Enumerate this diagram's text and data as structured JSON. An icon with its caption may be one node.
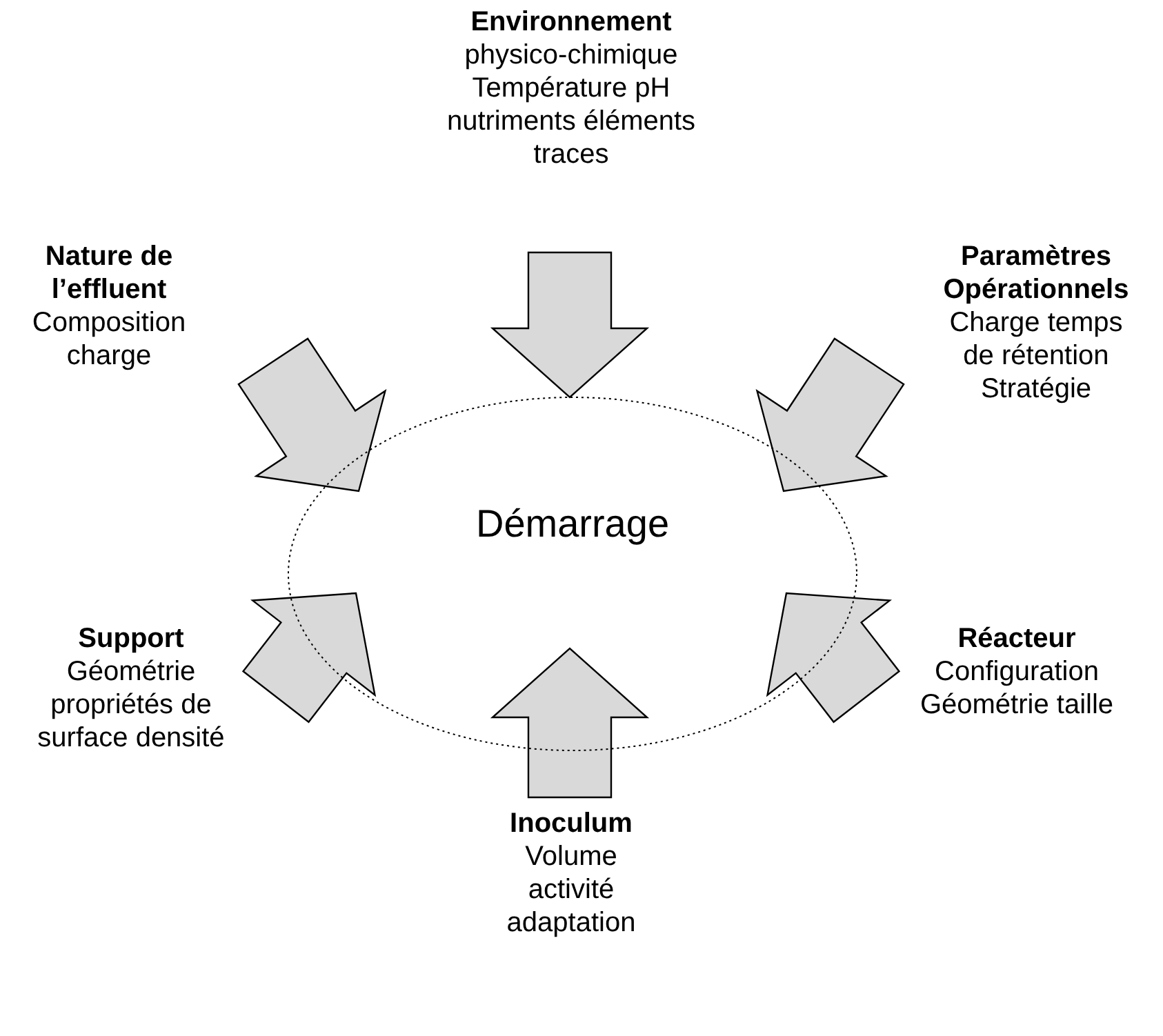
{
  "diagram": {
    "nodes": [
      {
        "text": [
          "Démarrage"
        ]
      },
      {
        "text": [
          "Environnement",
          "physico-chimique Température pH nutriments éléments traces"
        ]
      },
      {
        "text": [
          "Nature de l’effluent",
          "Composition charge"
        ]
      },
      {
        "text": [
          "Paramètres Opérationnels",
          "Charge temps de rétention Stratégie"
        ]
      },
      {
        "text": [
          "Support",
          "Géométrie propriétés de surface densité"
        ]
      },
      {
        "text": [
          "Réacteur",
          "Configuration Géométrie taille"
        ]
      },
      {
        "text": [
          "Inoculum",
          "Volume activité adaptation"
        ]
      }
    ],
    "edges": [
      {
        "from": 1,
        "to": 0,
        "arrow": "to",
        "style": "thick"
      },
      {
        "from": 2,
        "to": 0,
        "arrow": "to",
        "style": "thick"
      },
      {
        "from": 3,
        "to": 0,
        "arrow": "to",
        "style": "thick"
      },
      {
        "from": 4,
        "to": 0,
        "arrow": "to",
        "style": "thick"
      },
      {
        "from": 5,
        "to": 0,
        "arrow": "to",
        "style": "thick"
      },
      {
        "from": 6,
        "to": 0,
        "arrow": "to",
        "style": "thick"
      }
    ]
  }
}
